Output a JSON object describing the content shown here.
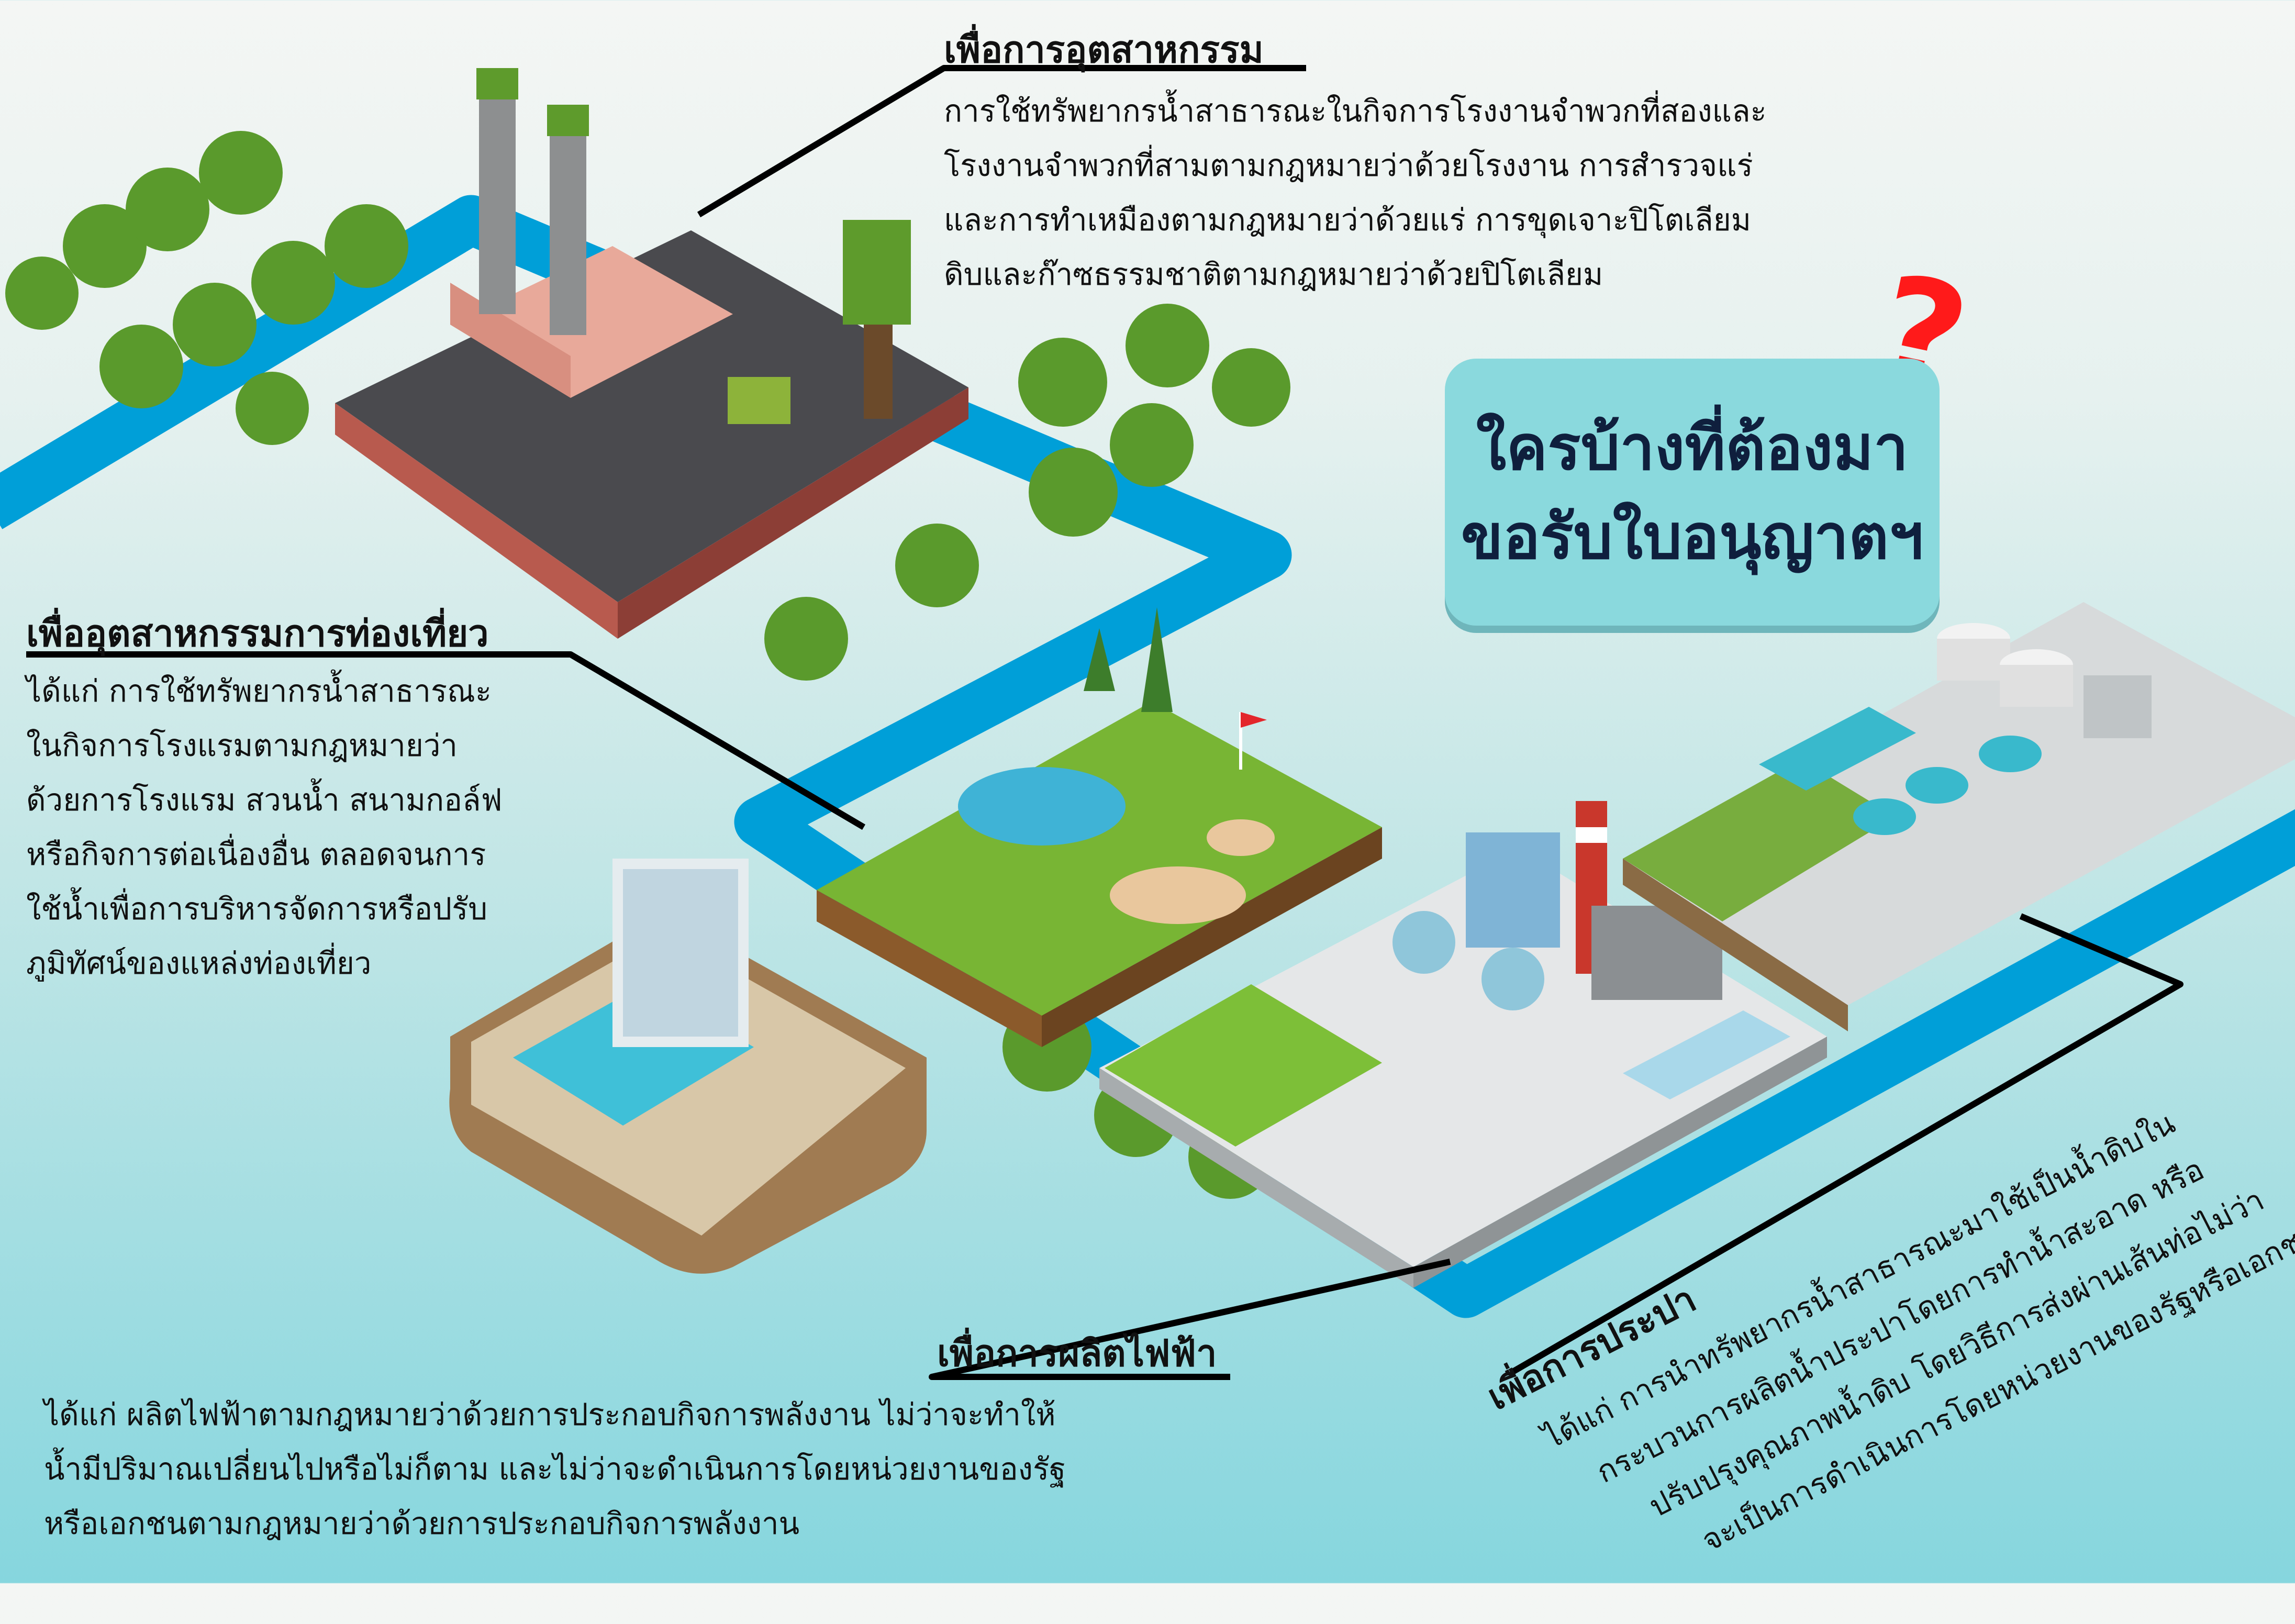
{
  "question": {
    "line1": "ใครบ้างที่ต้องมา",
    "line2": "ขอรับใบอนุญาตฯ",
    "mark": "?"
  },
  "industry": {
    "title": "เพื่อการอุตสาหกรรม",
    "lines": [
      "การใช้ทรัพยากรน้ำสาธารณะในกิจการโรงงานจำพวกที่สองและ",
      "โรงงานจำพวกที่สามตามกฎหมายว่าด้วยโรงงาน การสำรวจแร่",
      "และการทำเหมืองตามกฎหมายว่าด้วยแร่ การขุดเจาะปิโตเลียม",
      "ดิบและก๊าซธรรมชาติตามกฎหมายว่าด้วยปิโตเลียม"
    ]
  },
  "tourism": {
    "title": "เพื่ออุตสาหกรรมการท่องเที่ยว",
    "lines": [
      "ได้แก่ การใช้ทรัพยากรน้ำสาธารณะ",
      "ในกิจการโรงแรมตามกฎหมายว่า",
      "ด้วยการโรงแรม สวนน้ำ สนามกอล์ฟ",
      "หรือกิจการต่อเนื่องอื่น ตลอดจนการ",
      "ใช้น้ำเพื่อการบริหารจัดการหรือปรับ",
      "ภูมิทัศน์ของแหล่งท่องเที่ยว"
    ]
  },
  "electricity": {
    "title": "เพื่อการผลิตไฟฟ้า",
    "lines": [
      "ได้แก่ ผลิตไฟฟ้าตามกฎหมายว่าด้วยการประกอบกิจการพลังงาน ไม่ว่าจะทำให้",
      "น้ำมีปริมาณเปลี่ยนไปหรือไม่ก็ตาม และไม่ว่าจะดำเนินการโดยหน่วยงานของรัฐ",
      "หรือเอกชนตามกฎหมายว่าด้วยการประกอบกิจการพลังงาน"
    ]
  },
  "waterworks": {
    "title": "เพื่อการประปา",
    "lines": [
      "ได้แก่ การนำทรัพยากรน้ำสาธารณะมาใช้เป็นน้ำดิบใน",
      "กระบวนการผลิตน้ำประปาโดยการทำน้ำสะอาด หรือ",
      "ปรับปรุงคุณภาพน้ำดิบ โดยวิธีการส่งผ่านเส้นท่อไม่ว่า",
      "จะเป็นการดำเนินการโดยหน่วยงานของรัฐหรือเอกชน"
    ]
  },
  "colors": {
    "river": "#009fd8",
    "box": "#8ad9dd",
    "question_mark": "#ff1a1a",
    "tree": "#5a9a2c"
  }
}
